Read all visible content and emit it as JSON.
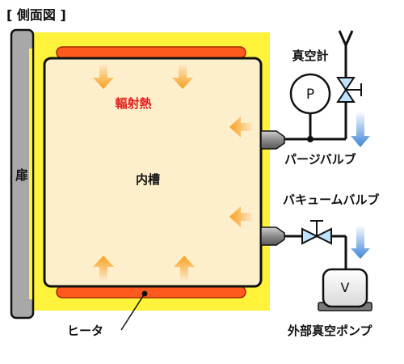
{
  "title": "[ 側面図 ]",
  "labels": {
    "door": "扉",
    "inner_chamber": "内槽",
    "radiant_heat": "輻射熱",
    "heater": "ヒータ",
    "vacuum_gauge": "真空計",
    "gauge_symbol": "P",
    "purge_valve": "パージバルブ",
    "vacuum_valve": "バキュームバルブ",
    "pump_symbol": "V",
    "external_pump": "外部真空ポンプ"
  },
  "colors": {
    "chamber_fill": "#fdefcc",
    "heater_zone": "#fff23a",
    "heater_element": "#ff5a1e",
    "heat_arrow": "#f7a01e",
    "radiant_text": "#e0201c",
    "door_gray": "#a8a8a8",
    "flow_arrow": "#3f86d6"
  }
}
